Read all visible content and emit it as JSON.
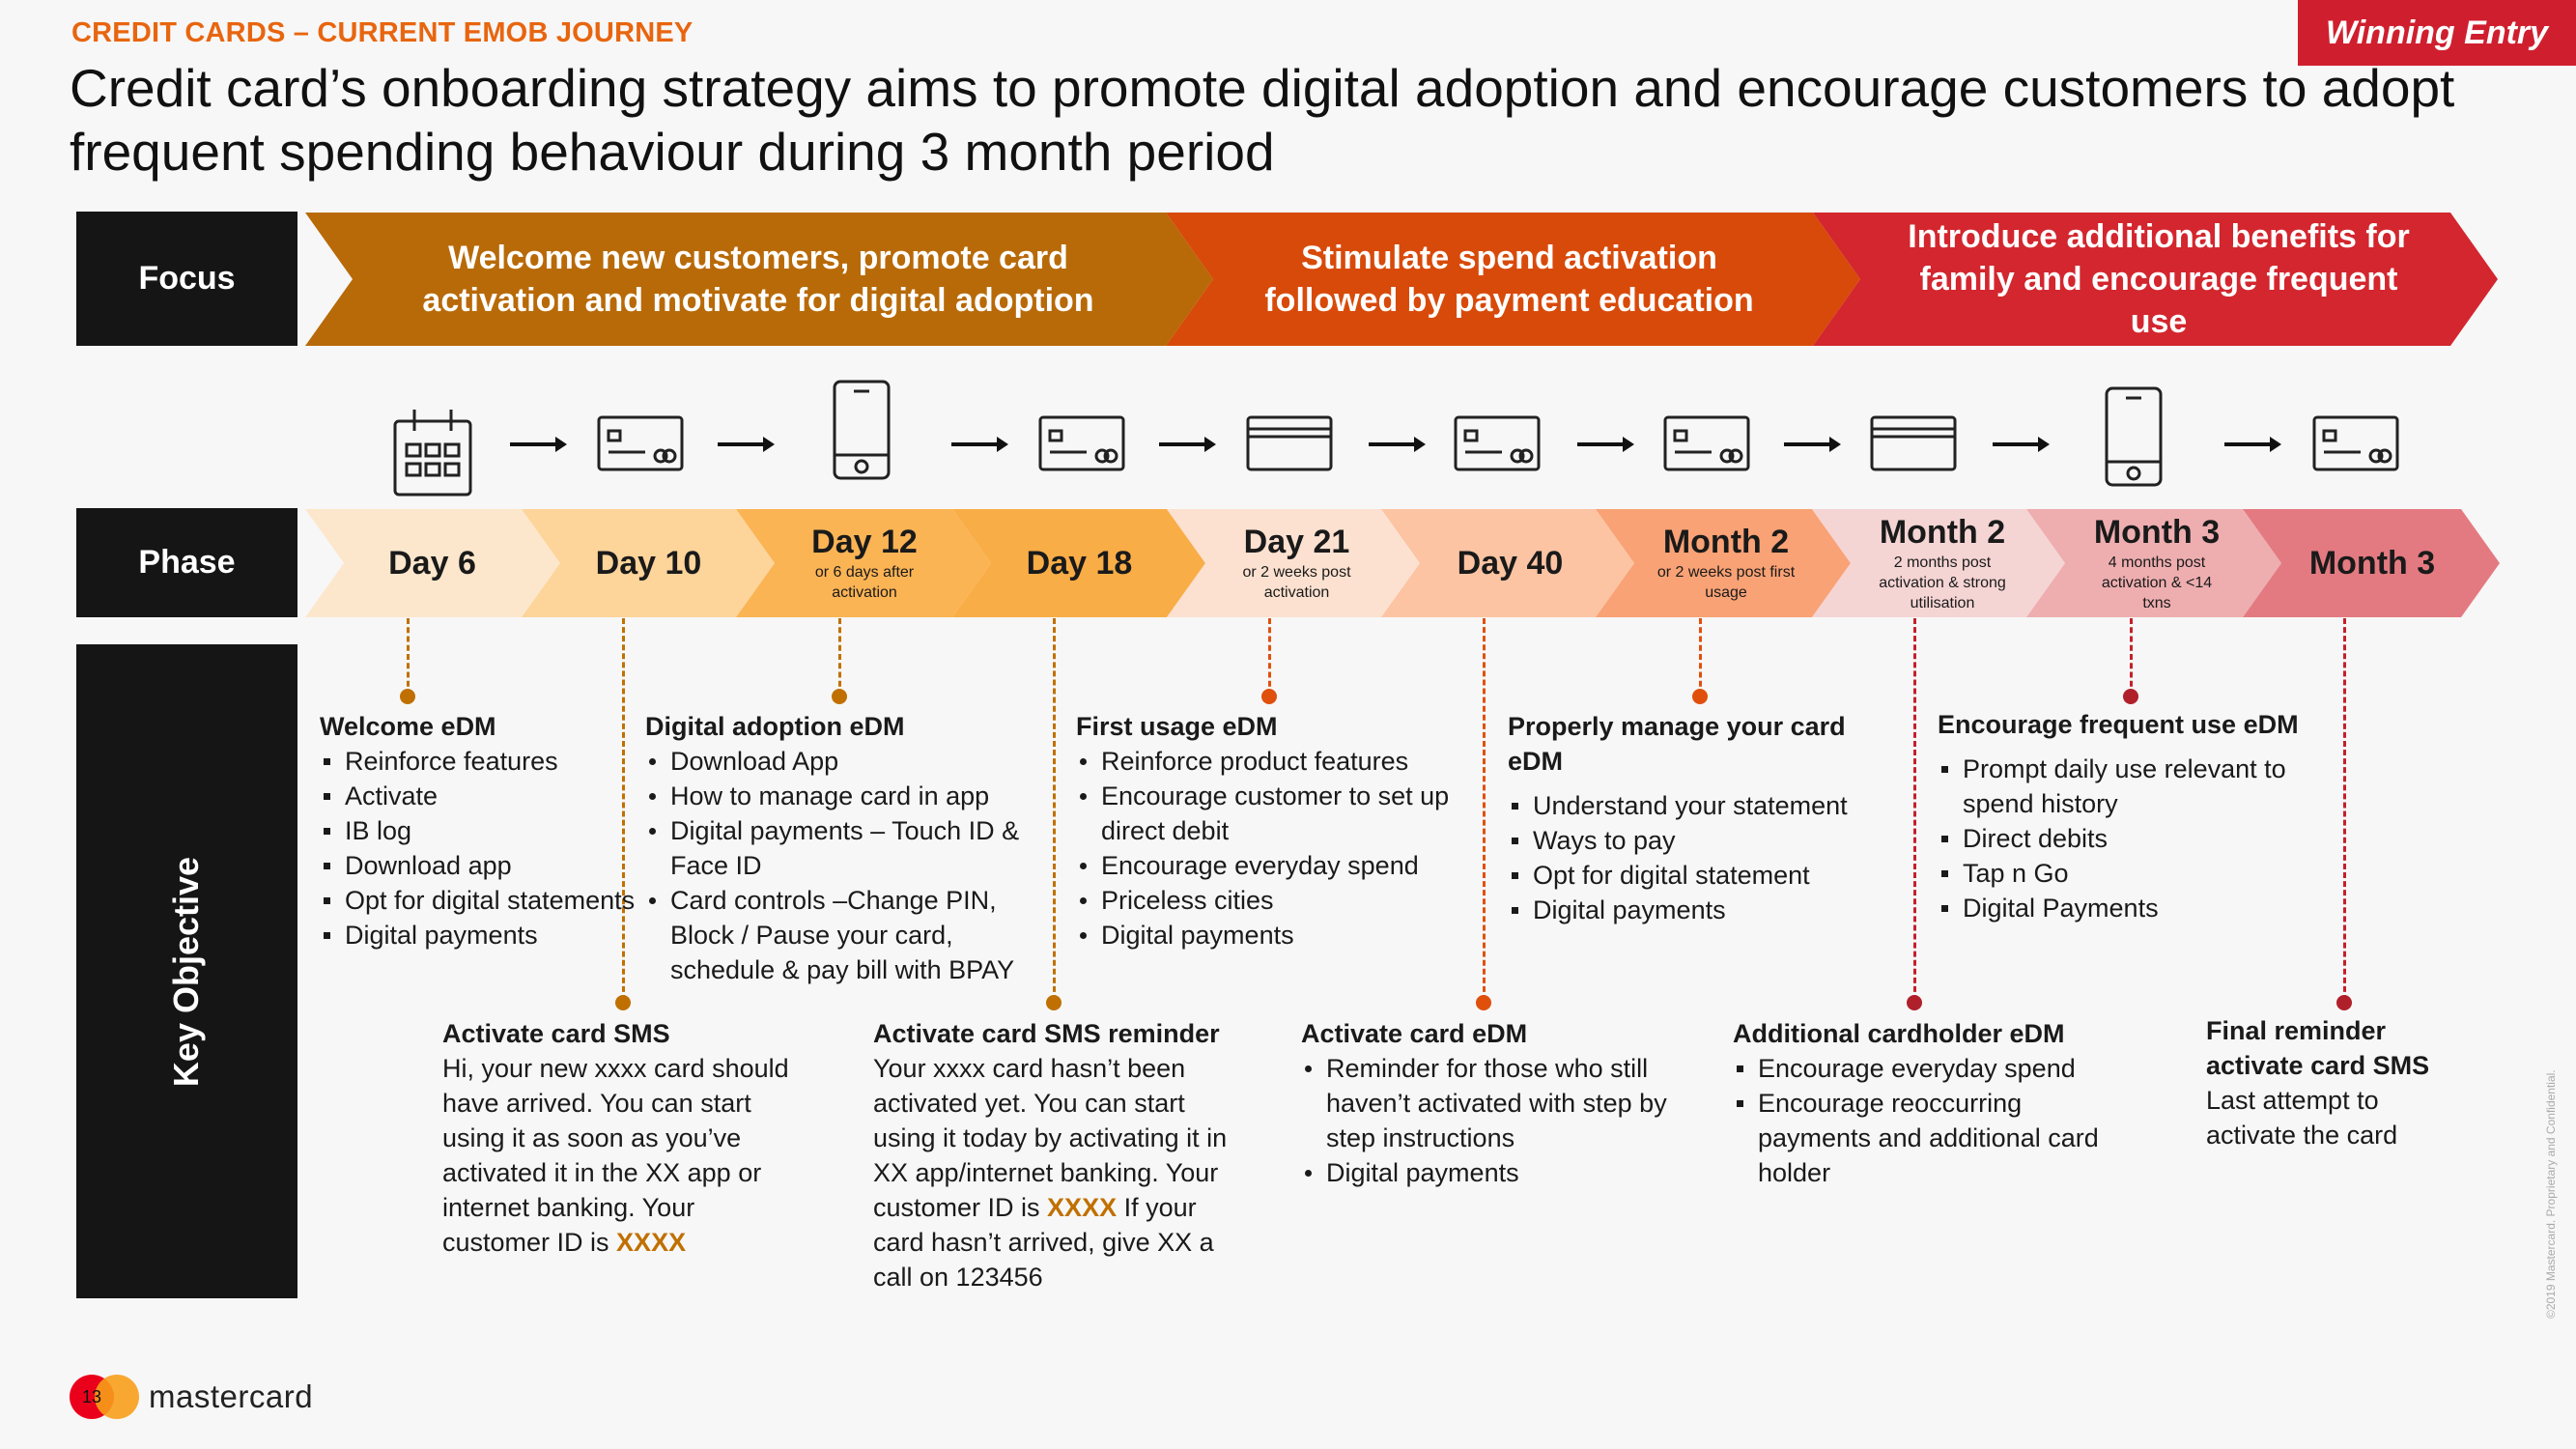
{
  "header": {
    "eyebrow": "CREDIT CARDS – CURRENT EMOB JOURNEY",
    "badge": "Winning Entry",
    "title": "Credit card’s onboarding strategy aims to promote digital adoption and encourage customers to adopt frequent spending behaviour during 3 month period"
  },
  "rows": {
    "focus": "Focus",
    "phase": "Phase",
    "key_objective": "Key Objective"
  },
  "focus": [
    {
      "text": "Welcome new customers, promote card activation and motivate for digital adoption",
      "color": "#b86a08"
    },
    {
      "text": "Stimulate spend activation followed by payment education",
      "color": "#d84a0a"
    },
    {
      "text": "Introduce additional benefits for family and encourage frequent use",
      "color": "#d3262e"
    }
  ],
  "icons": [
    "calendar-icon",
    "card-icon",
    "phone-icon",
    "card-icon",
    "card-back-icon",
    "card-icon",
    "card-icon",
    "card-back-icon",
    "phone-icon",
    "card-icon"
  ],
  "phases": [
    {
      "main": "Day 6",
      "sub": "",
      "color": "#fde7cc"
    },
    {
      "main": "Day 10",
      "sub": "",
      "color": "#fdd49a"
    },
    {
      "main": "Day 12",
      "sub": "or 6 days after activation",
      "color": "#fbb454"
    },
    {
      "main": "Day 18",
      "sub": "",
      "color": "#f9ad47"
    },
    {
      "main": "Day 21",
      "sub": "or 2 weeks post activation",
      "color": "#fde1d0"
    },
    {
      "main": "Day 40",
      "sub": "",
      "color": "#fcc4a3"
    },
    {
      "main": "Month 2",
      "sub": "or 2 weeks post first usage",
      "color": "#f9a275"
    },
    {
      "main": "Month 2",
      "sub": "2 months post activation & strong utilisation",
      "color": "#f5d4d4"
    },
    {
      "main": "Month 3",
      "sub": "4 months post activation & <14 txns",
      "color": "#eeaeb0"
    },
    {
      "main": "Month 3",
      "sub": "",
      "color": "#e47a81"
    }
  ],
  "objectives_top": [
    {
      "title": "Welcome eDM",
      "bullets": [
        "Reinforce features",
        "Activate",
        "IB log",
        "Download app",
        "Opt for digital statements",
        "Digital payments"
      ]
    },
    {
      "title": "Digital adoption eDM",
      "bullets": [
        "Download App",
        "How to manage card in app",
        "Digital payments – Touch ID & Face ID",
        "Card controls –Change PIN, Block / Pause your card, schedule & pay bill with BPAY"
      ]
    },
    {
      "title": "First usage eDM",
      "bullets": [
        "Reinforce product features",
        "Encourage customer to set up direct debit",
        "Encourage everyday spend",
        "Priceless cities",
        "Digital payments"
      ]
    },
    {
      "title": "Properly manage your card eDM",
      "bullets": [
        "Understand your statement",
        "Ways to pay",
        "Opt for digital statement",
        "Digital payments"
      ]
    },
    {
      "title": "Encourage frequent use eDM",
      "bullets": [
        "Prompt daily use relevant to spend history",
        "Direct debits",
        "Tap n Go",
        "Digital Payments"
      ]
    }
  ],
  "objectives_bottom": [
    {
      "title": "Activate card SMS",
      "body_pre": "Hi, your new xxxx card should have arrived. You can start using it as soon as you’ve activated it in the XX app or internet banking. Your customer ID is ",
      "highlight": "XXXX",
      "body_post": ""
    },
    {
      "title": "Activate card SMS reminder",
      "body_pre": "Your xxxx card hasn’t been activated yet. You can start using it today by activating it in XX app/internet banking. Your customer ID is ",
      "highlight": "XXXX",
      "body_post": " If your card hasn’t arrived, give XX a call on 123456"
    },
    {
      "title": "Activate card eDM",
      "bullets": [
        "Reminder for those who still haven’t activated with step by step instructions",
        "Digital payments"
      ]
    },
    {
      "title": "Additional cardholder eDM",
      "bullets": [
        "Encourage everyday spend",
        "Encourage reoccurring payments and additional card holder"
      ]
    },
    {
      "title": "Final reminder activate card SMS",
      "body_pre": "Last attempt to activate the card",
      "highlight": "",
      "body_post": ""
    }
  ],
  "footer": {
    "page_number": "13",
    "brand": "mastercard",
    "copyright": "©2019 Mastercard. Proprietary and Confidential."
  },
  "colors": {
    "highlight": "#c07000",
    "badge": "#cf1f2f",
    "eyebrow": "#e8650f"
  }
}
